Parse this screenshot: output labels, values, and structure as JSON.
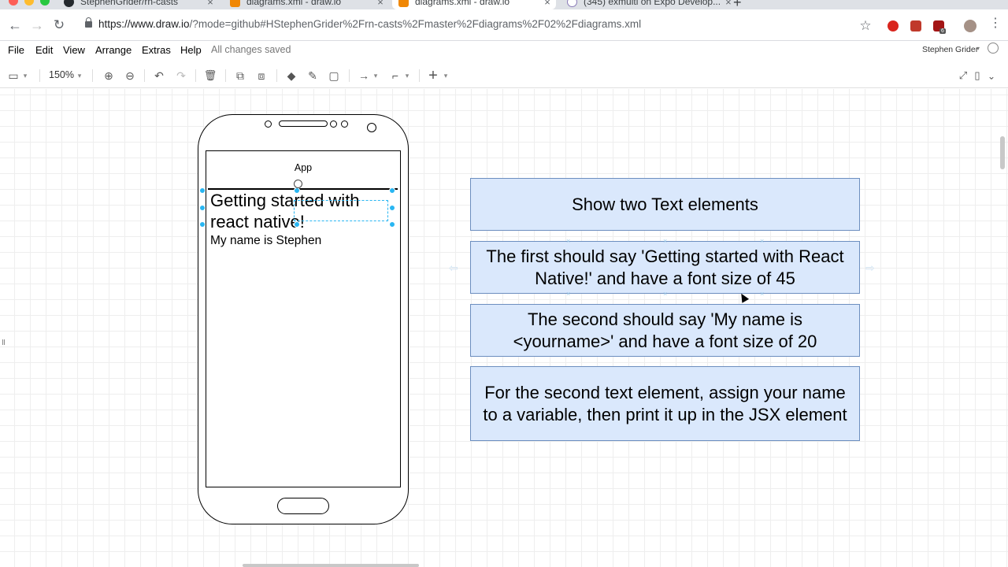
{
  "browser": {
    "tabs": [
      {
        "label": "StephenGrider/rn-casts",
        "close": "×"
      },
      {
        "label": "diagrams.xml - draw.io",
        "close": "×"
      },
      {
        "label": "diagrams.xml - draw.io",
        "close": "×"
      },
      {
        "label": "(345) exmulti on Expo Develop...",
        "close": "×"
      }
    ],
    "new_tab": "+",
    "nav": {
      "back": "←",
      "forward": "→",
      "reload": "↻"
    },
    "url_host": "https://www.draw.io",
    "url_path": "/?mode=github#HStephenGrider%2Frn-casts%2Fmaster%2Fdiagrams%2F02%2Fdiagrams.xml",
    "star": "☆",
    "ext_badge": "6"
  },
  "drawio": {
    "menu": [
      "File",
      "Edit",
      "View",
      "Arrange",
      "Extras",
      "Help"
    ],
    "status": "All changes saved",
    "user": "Stephen Grider",
    "toolbar": {
      "zoom": "150%",
      "glyphs": {
        "panel": "▭",
        "dropdown": "▾",
        "zoom_in": "⊕",
        "zoom_out": "⊖",
        "undo": "↶",
        "redo": "↷",
        "delete": "🗑",
        "to_front": "⧉",
        "to_back": "⧈",
        "fill": "◆",
        "line": "✎",
        "shadow": "▢",
        "connection": "→",
        "waypoints": "⌐",
        "insert": "+",
        "fullscreen": "⤢",
        "format": "▯",
        "collapse": "⌃"
      }
    }
  },
  "diagram": {
    "phone": {
      "title": "App",
      "text1": "Getting started with react native!",
      "text2": "My name is Stephen"
    },
    "instructions": [
      "Show two Text elements",
      "The first should say 'Getting started with React Native!' and have a font size of 45",
      "The second should say 'My name is <yourname>' and have a font size of 20",
      "For the second text element, assign your name to a variable, then print it up in the JSX element"
    ],
    "colors": {
      "box_fill": "#dae8fc",
      "box_stroke": "#6c8ebf",
      "selection": "#29b6f2"
    }
  }
}
